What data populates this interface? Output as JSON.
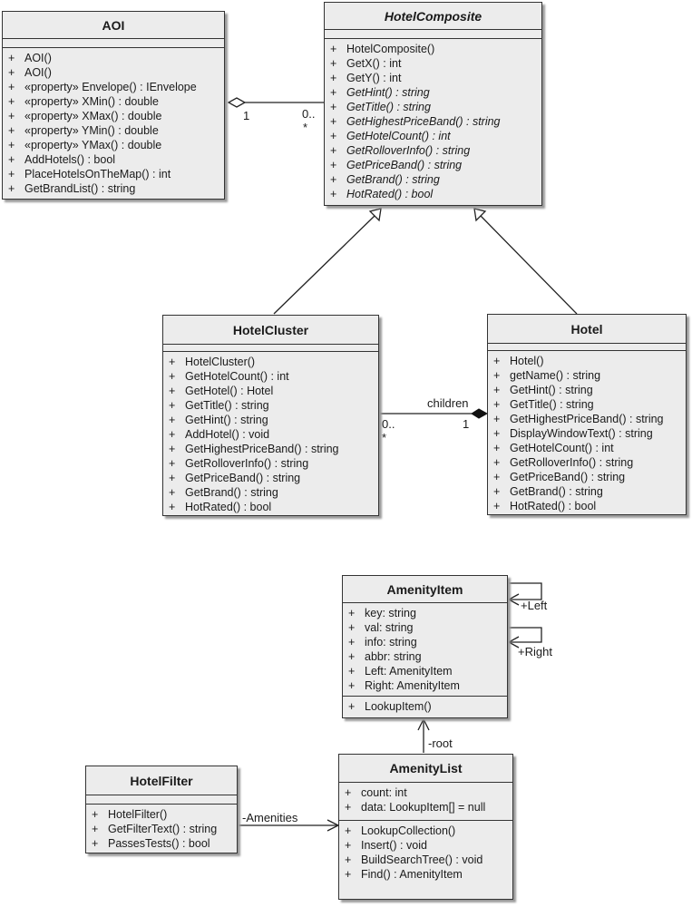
{
  "classes": {
    "aoi": {
      "name": "AOI",
      "operations": [
        {
          "vis": "+",
          "text": "AOI()"
        },
        {
          "vis": "+",
          "text": "AOI()"
        },
        {
          "vis": "+",
          "text": "«property» Envelope() : IEnvelope"
        },
        {
          "vis": "+",
          "text": "«property» XMin() : double"
        },
        {
          "vis": "+",
          "text": "«property» XMax() : double"
        },
        {
          "vis": "+",
          "text": "«property» YMin() : double"
        },
        {
          "vis": "+",
          "text": "«property» YMax() : double"
        },
        {
          "vis": "+",
          "text": "AddHotels() : bool"
        },
        {
          "vis": "+",
          "text": "PlaceHotelsOnTheMap() : int"
        },
        {
          "vis": "+",
          "text": "GetBrandList() : string"
        }
      ]
    },
    "hotel_composite": {
      "name": "HotelComposite",
      "operations": [
        {
          "vis": "+",
          "text": "HotelComposite()"
        },
        {
          "vis": "+",
          "text": "GetX() : int"
        },
        {
          "vis": "+",
          "text": "GetY() : int"
        },
        {
          "vis": "+",
          "text": "GetHint() : string"
        },
        {
          "vis": "+",
          "text": "GetTitle() : string"
        },
        {
          "vis": "+",
          "text": "GetHighestPriceBand() : string"
        },
        {
          "vis": "+",
          "text": "GetHotelCount() : int"
        },
        {
          "vis": "+",
          "text": "GetRolloverInfo() : string"
        },
        {
          "vis": "+",
          "text": "GetPriceBand() : string"
        },
        {
          "vis": "+",
          "text": "GetBrand() : string"
        },
        {
          "vis": "+",
          "text": "HotRated() : bool"
        }
      ]
    },
    "hotel_cluster": {
      "name": "HotelCluster",
      "operations": [
        {
          "vis": "+",
          "text": "HotelCluster()"
        },
        {
          "vis": "+",
          "text": "GetHotelCount() : int"
        },
        {
          "vis": "+",
          "text": "GetHotel() : Hotel"
        },
        {
          "vis": "+",
          "text": "GetTitle() : string"
        },
        {
          "vis": "+",
          "text": "GetHint() : string"
        },
        {
          "vis": "+",
          "text": "AddHotel() : void"
        },
        {
          "vis": "+",
          "text": "GetHighestPriceBand() : string"
        },
        {
          "vis": "+",
          "text": "GetRolloverInfo() : string"
        },
        {
          "vis": "+",
          "text": "GetPriceBand() : string"
        },
        {
          "vis": "+",
          "text": "GetBrand() : string"
        },
        {
          "vis": "+",
          "text": "HotRated() : bool"
        }
      ]
    },
    "hotel": {
      "name": "Hotel",
      "operations": [
        {
          "vis": "+",
          "text": "Hotel()"
        },
        {
          "vis": "+",
          "text": "getName() : string"
        },
        {
          "vis": "+",
          "text": "GetHint() : string"
        },
        {
          "vis": "+",
          "text": "GetTitle() : string"
        },
        {
          "vis": "+",
          "text": "GetHighestPriceBand() : string"
        },
        {
          "vis": "+",
          "text": "DisplayWindowText() : string"
        },
        {
          "vis": "+",
          "text": "GetHotelCount() : int"
        },
        {
          "vis": "+",
          "text": "GetRolloverInfo() : string"
        },
        {
          "vis": "+",
          "text": "GetPriceBand() : string"
        },
        {
          "vis": "+",
          "text": "GetBrand() : string"
        },
        {
          "vis": "+",
          "text": "HotRated() : bool"
        }
      ]
    },
    "amenity_item": {
      "name": "AmenityItem",
      "attributes": [
        {
          "vis": "+",
          "text": "key:  string"
        },
        {
          "vis": "+",
          "text": "val:  string"
        },
        {
          "vis": "+",
          "text": "info:  string"
        },
        {
          "vis": "+",
          "text": "abbr:  string"
        },
        {
          "vis": "+",
          "text": "Left:  AmenityItem"
        },
        {
          "vis": "+",
          "text": "Right:  AmenityItem"
        }
      ],
      "operations": [
        {
          "vis": "+",
          "text": "LookupItem()"
        }
      ]
    },
    "amenity_list": {
      "name": "AmenityList",
      "attributes": [
        {
          "vis": "+",
          "text": "count:  int"
        },
        {
          "vis": "+",
          "text": "data:  LookupItem[] = null"
        }
      ],
      "operations": [
        {
          "vis": "+",
          "text": "LookupCollection()"
        },
        {
          "vis": "+",
          "text": "Insert() : void"
        },
        {
          "vis": "+",
          "text": "BuildSearchTree() : void"
        },
        {
          "vis": "+",
          "text": "Find() : AmenityItem"
        }
      ]
    },
    "hotel_filter": {
      "name": "HotelFilter",
      "operations": [
        {
          "vis": "+",
          "text": "HotelFilter()"
        },
        {
          "vis": "+",
          "text": "GetFilterText() : string"
        },
        {
          "vis": "+",
          "text": "PassesTests() : bool"
        }
      ]
    }
  },
  "relations": {
    "aoi_composite_mult_one": "1",
    "aoi_composite_mult_many": "0..",
    "aoi_composite_mult_star": "*",
    "children_label": "children",
    "cluster_mult_many": "0..",
    "cluster_mult_star": "*",
    "hotel_mult_one": "1",
    "left_label": "+Left",
    "right_label": "+Right",
    "root_label": "-root",
    "amenities_label": "-Amenities"
  }
}
